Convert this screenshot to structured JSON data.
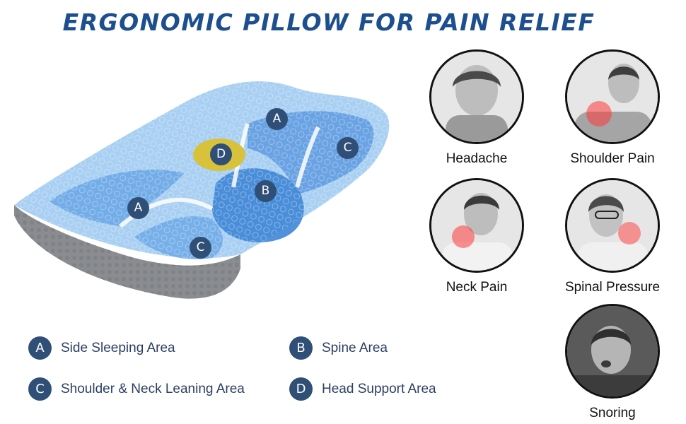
{
  "title": "ERGONOMIC PILLOW FOR PAIN RELIEF",
  "markers": [
    "A",
    "B",
    "C",
    "D"
  ],
  "legend": [
    {
      "letter": "A",
      "label": "Side Sleeping Area"
    },
    {
      "letter": "B",
      "label": "Spine Area"
    },
    {
      "letter": "C",
      "label": "Shoulder & Neck Leaning Area"
    },
    {
      "letter": "D",
      "label": "Head Support Area"
    }
  ],
  "pain_points": [
    {
      "label": "Headache",
      "highlight": false
    },
    {
      "label": "Shoulder Pain",
      "highlight": true
    },
    {
      "label": "Neck Pain",
      "highlight": true
    },
    {
      "label": "Spinal Pressure",
      "highlight": true
    },
    {
      "label": "Snoring",
      "highlight": false
    }
  ],
  "colors": {
    "title": "#1d4f8f",
    "badge": "#2f4f77",
    "pillow_top": "#9cc7ee",
    "pillow_zone": "#4f8fd6",
    "pillow_side": "#8a8c90",
    "head_support": "#d8c13b",
    "pain_glow": "#ff3b3b"
  }
}
